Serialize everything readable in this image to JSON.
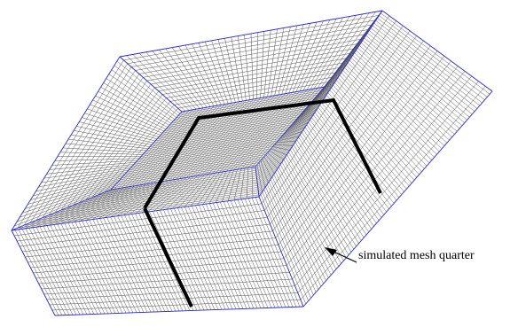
{
  "annotation": {
    "label": "simulated mesh quarter"
  },
  "colors": {
    "mesh_line": "#555555",
    "mesh_edge": "#2a2add",
    "cut_line": "#000000",
    "background": "#ffffff"
  },
  "mesh": {
    "outer_top_divisions": 40,
    "inner_ring_divisions": 16,
    "side_horizontal_divisions": 16,
    "left_face_divisions": 70,
    "right_face_divisions": 75
  }
}
